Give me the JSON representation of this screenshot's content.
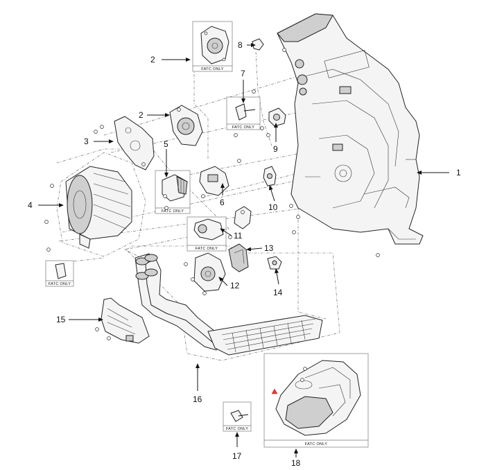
{
  "diagram": {
    "fatc_label": "FATC ONLY",
    "callouts": [
      "1",
      "2",
      "2",
      "3",
      "4",
      "5",
      "6",
      "7",
      "8",
      "9",
      "10",
      "11",
      "12",
      "13",
      "14",
      "15",
      "16",
      "17",
      "18"
    ]
  },
  "colors": {
    "line": "#222222",
    "fill": "#f4f4f4",
    "shade": "#cfcfcf",
    "box_border": "#888888",
    "warning": "#e53935"
  }
}
